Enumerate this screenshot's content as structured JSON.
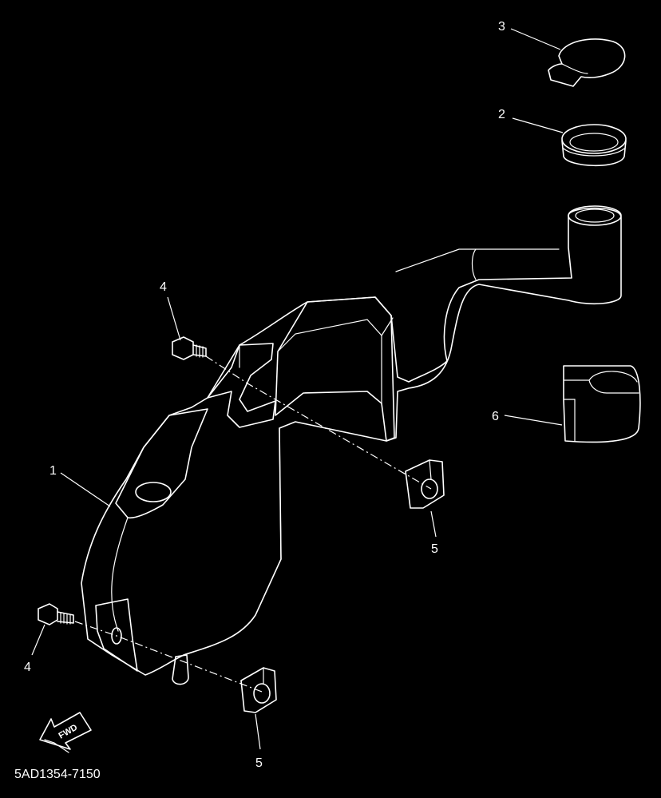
{
  "diagram": {
    "part_labels": {
      "tank": "1",
      "filler_neck_seal": "2",
      "cap": "3",
      "bolt_upper": "4",
      "bolt_lower": "4",
      "nut_upper": "5",
      "nut_lower": "5",
      "clamp": "6"
    },
    "fwd_label": "FWD",
    "drawing_code": "5AD1354-7150"
  }
}
